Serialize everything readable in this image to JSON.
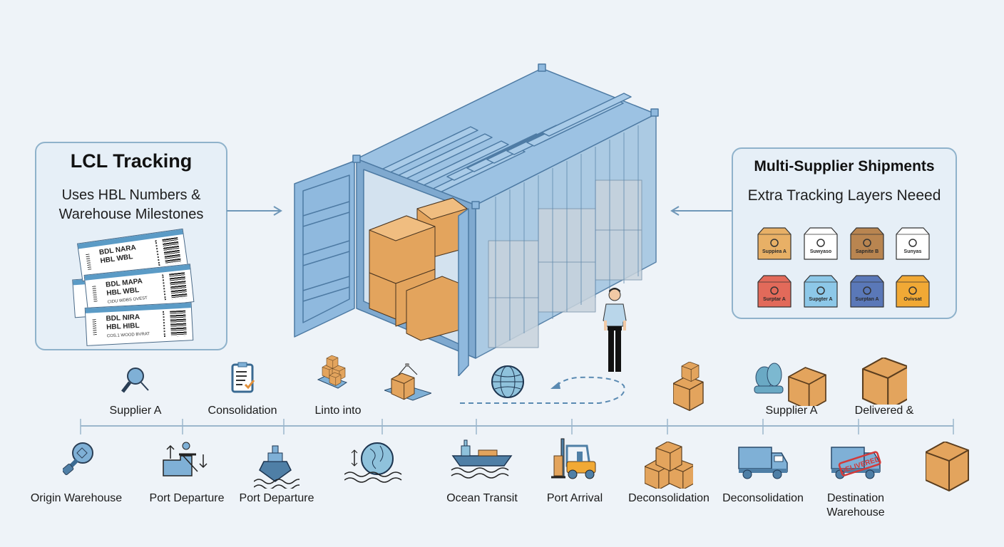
{
  "lcl_panel": {
    "title": "LCL Tracking",
    "subtitle_line1": "Uses HBL Numbers &",
    "subtitle_line2": "Warehouse Milestones",
    "tickets": [
      {
        "line1": "BDL NARA",
        "line2": "HBL WBL",
        "footer": ""
      },
      {
        "line1": "BDL MAPA",
        "line2": "HBL WBL",
        "footer": "CIDU WDBS OVEST"
      },
      {
        "line1": "BDL NIRA",
        "line2": "HBL HIBL",
        "footer": "COS.1 WOOD BVRAT"
      }
    ]
  },
  "multi_supplier_panel": {
    "title": "Multi-Supplier Shipments",
    "subtitle": "Extra Tracking Layers Neeed",
    "suppliers": [
      {
        "label": "Suppiea A",
        "color": "#e8b066",
        "icon": "moon-logo-icon"
      },
      {
        "label": "Suwyaso",
        "color": "#ffffff",
        "icon": "blue-square-logo-icon"
      },
      {
        "label": "Sapnite B",
        "color": "#b98550",
        "icon": "circle-bird-logo-icon"
      },
      {
        "label": "Sunyas",
        "color": "#ffffff",
        "icon": "yellow-circle-logo-icon"
      },
      {
        "label": "Surptar A",
        "color": "#e26a5a",
        "icon": "triangle-logo-icon"
      },
      {
        "label": "Supgter A",
        "color": "#8dc8e8",
        "icon": "number-3-logo-icon"
      },
      {
        "label": "Surptan A",
        "color": "#5a78b8",
        "icon": "red-flag-logo-icon"
      },
      {
        "label": "Ovivsat",
        "color": "#f1a935",
        "icon": "dollar-circle-logo-icon"
      }
    ]
  },
  "top_row": [
    {
      "label": "Supplier A",
      "icon": "magnifier-icon"
    },
    {
      "label": "Consolidation",
      "icon": "clipboard-check-icon"
    },
    {
      "label": "Linto into",
      "icon": "pallet-boxes-icon"
    },
    {
      "label": "",
      "icon": "crane-pallet-icon"
    },
    {
      "label": "",
      "icon": "globe-icon"
    },
    {
      "label": "",
      "icon": "box-stack-icon"
    },
    {
      "label": "Supplier A",
      "icon": "supplier-boxes-icon"
    },
    {
      "label": "Delivered &",
      "icon": "box-icon"
    }
  ],
  "bottom_row": [
    {
      "label": "Origin Warehouse",
      "icon": "tag-icon"
    },
    {
      "label": "Port Departure",
      "icon": "port-loading-icon"
    },
    {
      "label": "Port Departure",
      "icon": "ship-front-icon"
    },
    {
      "label": "",
      "icon": "globe-waves-icon"
    },
    {
      "label": "Ocean Transit",
      "icon": "cargo-ship-icon"
    },
    {
      "label": "Port Arrival",
      "icon": "forklift-icon"
    },
    {
      "label": "Deconsolidation",
      "icon": "boxes-icon"
    },
    {
      "label": "Deconsolidation",
      "icon": "truck-icon"
    },
    {
      "label": "Destination",
      "label2": "Warehouse",
      "icon": "delivered-truck-icon",
      "stamp": "DELIVERED"
    },
    {
      "label": "",
      "icon": "package-icon"
    }
  ],
  "colors": {
    "background": "#eef3f8",
    "container": "#8fb9de",
    "container_stroke": "#4d7aa3",
    "box": "#e3a45d",
    "line": "#9bb6cc"
  }
}
